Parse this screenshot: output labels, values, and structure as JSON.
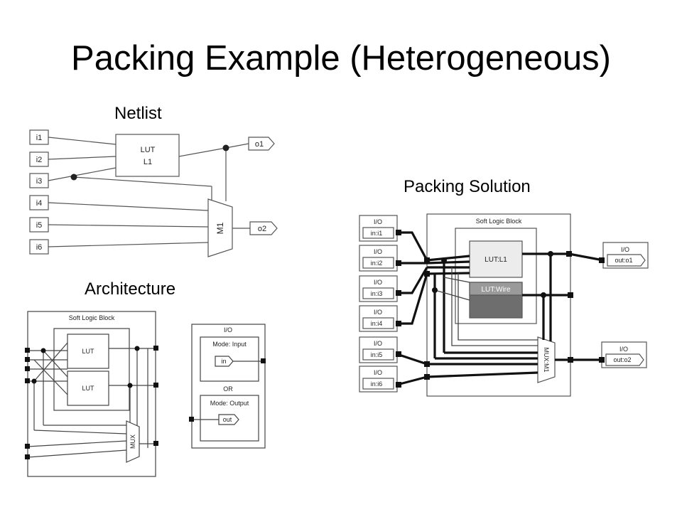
{
  "slide": {
    "title": "Packing Example (Heterogeneous)",
    "netlist_label": "Netlist",
    "architecture_label": "Architecture",
    "packing_solution_label": "Packing Solution"
  },
  "netlist": {
    "inputs": [
      "i1",
      "i2",
      "i3",
      "i4",
      "i5",
      "i6"
    ],
    "lut_label": [
      "LUT",
      "L1"
    ],
    "mux_label": "M1",
    "outputs": [
      "o1",
      "o2"
    ]
  },
  "architecture": {
    "block_title": "Soft Logic Block",
    "luts": [
      "LUT",
      "LUT"
    ],
    "mux_label": "MUX",
    "io": {
      "title": "I/O",
      "mode_input": "Mode: Input",
      "pin_in": "in",
      "or_label": "OR",
      "mode_output": "Mode: Output",
      "pin_out": "out"
    }
  },
  "solution": {
    "block_title": "Soft Logic Block",
    "io_title": "I/O",
    "inputs": [
      "in:i1",
      "in:i2",
      "in:i3",
      "in:i4",
      "in:i5",
      "in:i6"
    ],
    "lut_l1": "LUT:L1",
    "lut_wire": "LUT:Wire",
    "mux_label": "MUX:M1",
    "outputs": [
      "out:o1",
      "out:o2"
    ]
  },
  "colors": {
    "background": "#ffffff",
    "line": "#333333",
    "box_fill": "#ececec",
    "dark_fill": "#6e6e6e"
  }
}
